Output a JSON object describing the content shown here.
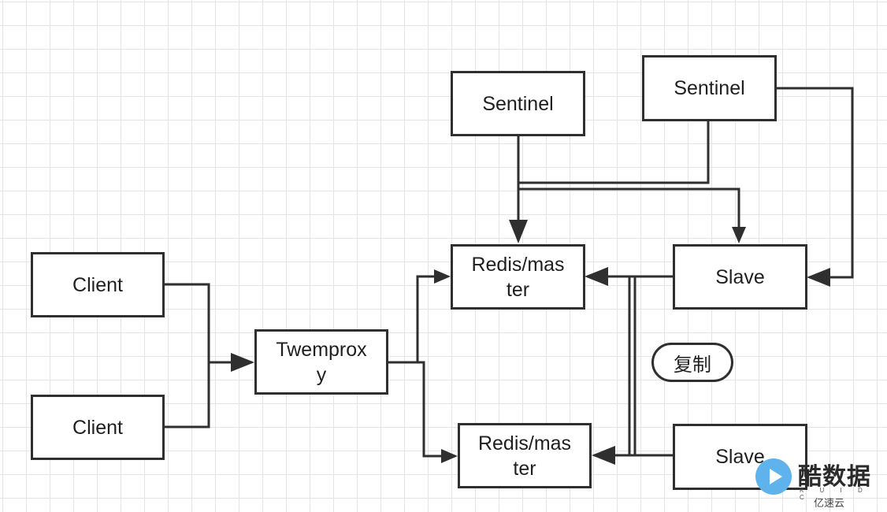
{
  "nodes": {
    "client_1": "Client",
    "client_2": "Client",
    "twemproxy": "Twemproxy",
    "master_1": "Redis/master",
    "master_2": "Redis/master",
    "sentinel_1": "Sentinel",
    "sentinel_2": "Sentinel",
    "slave_1": "Slave",
    "slave_2": "Slave"
  },
  "replication_label": "复制",
  "watermark": {
    "title": "酷数据",
    "subtitle": "K U I D C",
    "site": "亿速云"
  },
  "edges": [
    {
      "from": "client_1",
      "to": "twemproxy"
    },
    {
      "from": "client_2",
      "to": "twemproxy"
    },
    {
      "from": "twemproxy",
      "to": "master_1"
    },
    {
      "from": "twemproxy",
      "to": "master_2"
    },
    {
      "from": "sentinel_1",
      "to": "master_1"
    },
    {
      "from": "sentinel_1",
      "to": "slave_1"
    },
    {
      "from": "sentinel_2",
      "to": "master_1"
    },
    {
      "from": "sentinel_2",
      "to": "slave_1"
    },
    {
      "from": "slave_1",
      "to": "master_1"
    },
    {
      "from": "slave_2",
      "to": "master_2"
    },
    {
      "from": "slave_2",
      "to": "master_1"
    }
  ],
  "colors": {
    "stroke": "#2f2f2f",
    "grid": "#e4e4e4",
    "background": "#ffffff"
  }
}
